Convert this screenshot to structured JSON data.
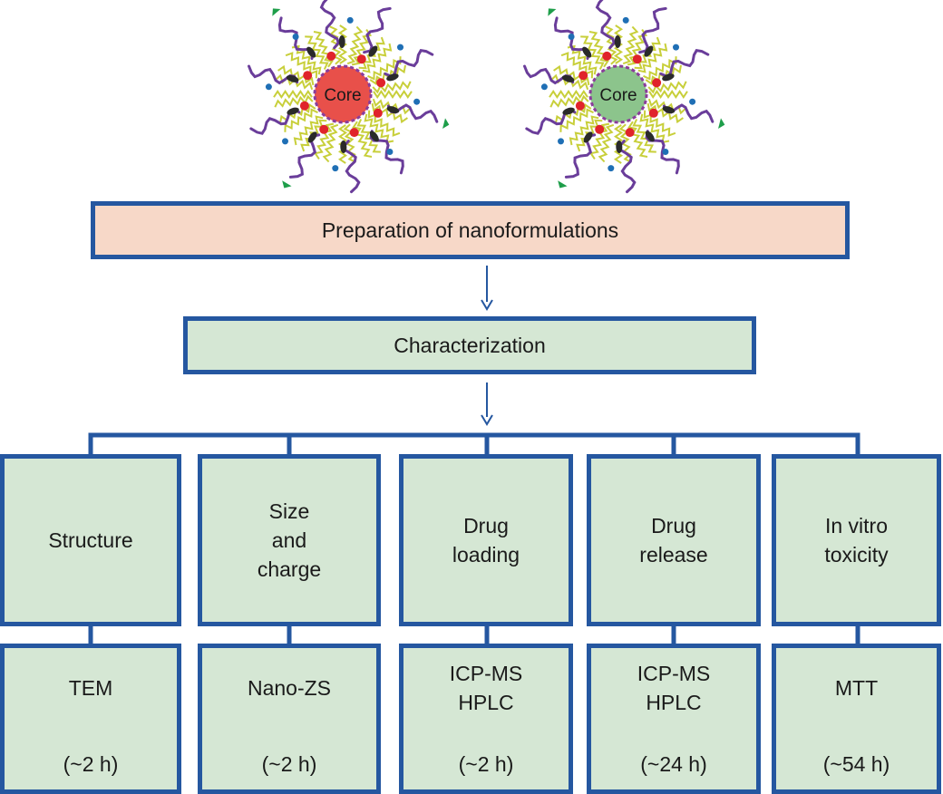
{
  "particles": [
    {
      "label": "Core",
      "core_color": "#e8504a"
    },
    {
      "label": "Core",
      "core_color": "#8cc48c"
    }
  ],
  "preparation": {
    "label": "Preparation of nanoformulations"
  },
  "characterization": {
    "label": "Characterization"
  },
  "categories": [
    {
      "label": "Structure",
      "method": "TEM",
      "time": "(~2 h)"
    },
    {
      "label": "Size\nand\ncharge",
      "method": "Nano-ZS",
      "time": "(~2 h)"
    },
    {
      "label": "Drug\nloading",
      "method": "ICP-MS\nHPLC",
      "time": "(~2 h)"
    },
    {
      "label": "Drug\nrelease",
      "method": "ICP-MS\nHPLC",
      "time": "(~24 h)"
    },
    {
      "label": "In vitro\ntoxicity",
      "method": "MTT",
      "time": "(~54 h)"
    }
  ],
  "colors": {
    "border": "#2557a0",
    "prep_fill": "#f7d8c8",
    "box_fill": "#d5e7d4",
    "lipid_tail": "#c8cf3a",
    "peg_chain": "#6a3d9a",
    "head_red": "#e0232b",
    "head_blue": "#1f6fb5",
    "drug": "#2a2a2a",
    "ligand": "#1e9e4a"
  }
}
